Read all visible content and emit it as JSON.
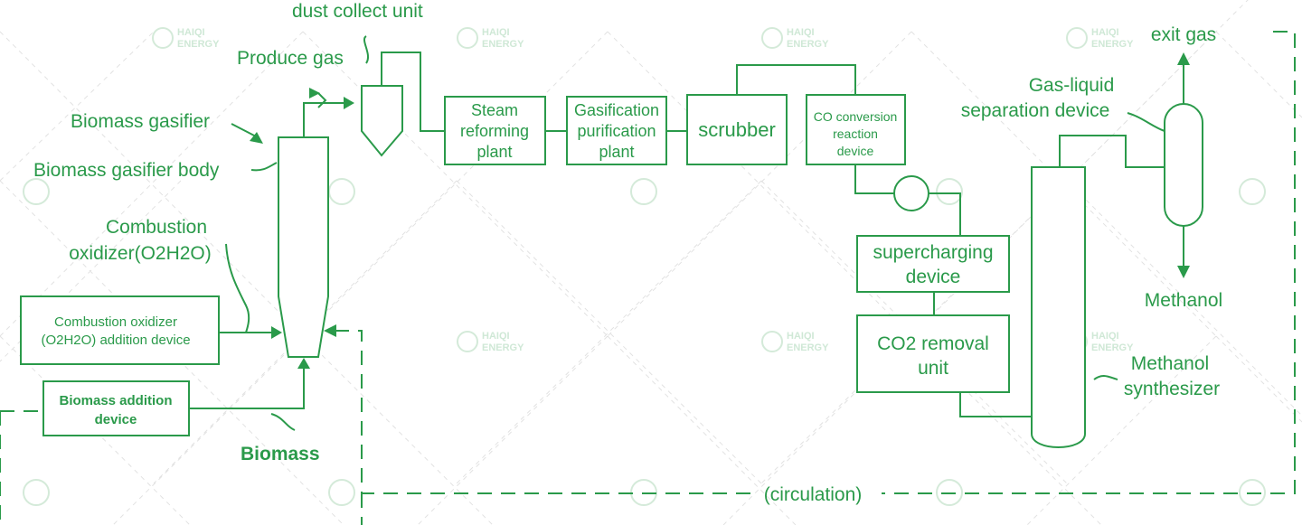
{
  "brand": {
    "accent_color": "#2a9a4a",
    "watermark_line1": "HAIQI",
    "watermark_line2": "ENERGY"
  },
  "labels": {
    "dust_collect_unit": "dust collect unit",
    "produce_gas": "Produce gas",
    "biomass_gasifier": "Biomass gasifier",
    "biomass_gasifier_body": "Biomass gasifier body",
    "combustion_oxidizer_line1": "Combustion",
    "combustion_oxidizer_line2": "oxidizer(O2H2O)",
    "biomass": "Biomass",
    "circulation": "(circulation)",
    "exit_gas": "exit gas",
    "gas_liquid_line1": "Gas-liquid",
    "gas_liquid_line2": "separation device",
    "methanol": "Methanol",
    "methanol_synth_line1": "Methanol",
    "methanol_synth_line2": "synthesizer"
  },
  "boxes": {
    "steam_reforming": [
      "Steam",
      "reforming",
      "plant"
    ],
    "gasification_purification": [
      "Gasification",
      "purification",
      "plant"
    ],
    "scrubber": [
      "scrubber"
    ],
    "co_conversion": [
      "CO conversion",
      "reaction",
      "device"
    ],
    "supercharging": [
      "supercharging",
      "device"
    ],
    "co2_removal": [
      "CO2 removal",
      "unit"
    ],
    "combustion_addition": [
      "Combustion oxidizer",
      "(O2H2O) addition device"
    ],
    "biomass_addition": [
      "Biomass addition",
      "device"
    ]
  }
}
